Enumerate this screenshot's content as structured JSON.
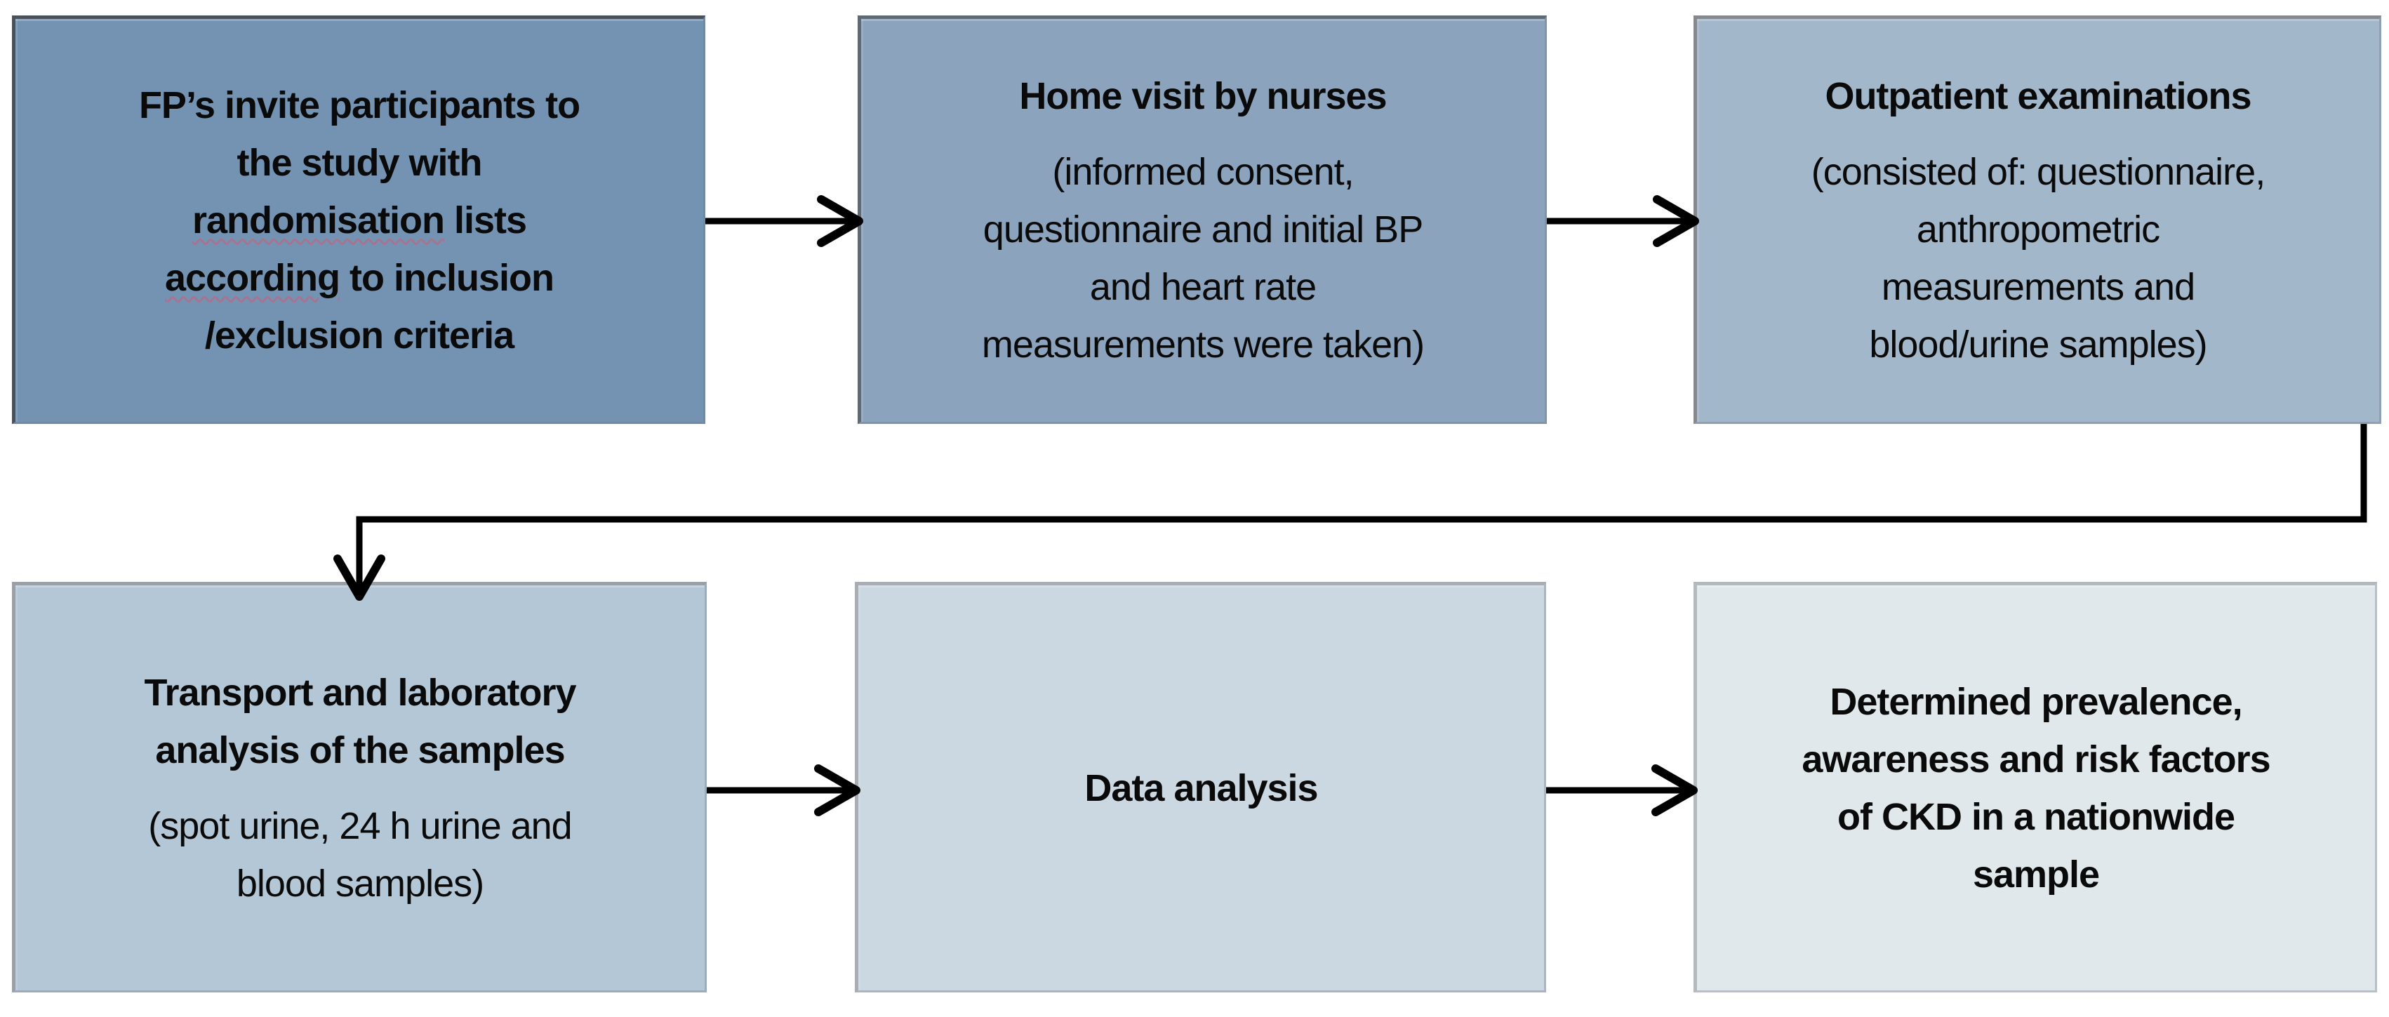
{
  "diagram": {
    "type": "flowchart",
    "background": "#ffffff",
    "arrow_color": "#000000",
    "boxes": [
      {
        "id": "invite",
        "title_parts": [
          {
            "text": "FP’s invite participants to\nthe study with\n",
            "misspelled": false
          },
          {
            "text": "randomisation",
            "misspelled": true
          },
          {
            "text": " lists\n",
            "misspelled": false
          },
          {
            "text": "according",
            "misspelled": true
          },
          {
            "text": " to inclusion\n/exclusion criteria",
            "misspelled": false
          }
        ],
        "title_plain": "FP’s invite participants to the study with randomisation lists according to inclusion /exclusion criteria",
        "body": "",
        "fill": "#7493B2",
        "border": "#49525C"
      },
      {
        "id": "home-visit",
        "title": "Home visit by nurses",
        "body": "(informed consent,\nquestionnaire and initial BP\nand heart rate\nmeasurements were taken)",
        "fill": "#8BA3BD",
        "border": "#5E6A74"
      },
      {
        "id": "outpatient",
        "title": "Outpatient examinations",
        "body": "(consisted of: questionnaire,\nanthropometric\nmeasurements and\nblood/urine samples)",
        "fill": "#A3B7CB",
        "border": "#85898E"
      },
      {
        "id": "transport-lab",
        "title": "Transport and laboratory\nanalysis of the samples",
        "body": "(spot urine, 24 h urine and\nblood samples)",
        "fill": "#B4C7D6",
        "border": "#9AA0A6"
      },
      {
        "id": "data-analysis",
        "title": "Data analysis",
        "body": "",
        "fill": "#CBD7E1",
        "border": "#A8AEB4"
      },
      {
        "id": "outcome",
        "title": "Determined prevalence,\nawareness and risk factors\nof CKD in a nationwide\nsample",
        "body": "",
        "fill": "#E0E8EC",
        "border": "#B3B9BD"
      }
    ],
    "connectors": [
      {
        "from": "invite",
        "to": "home-visit",
        "style": "straight-right"
      },
      {
        "from": "home-visit",
        "to": "outpatient",
        "style": "straight-right"
      },
      {
        "from": "outpatient",
        "to": "transport-lab",
        "style": "elbow-down-left-down"
      },
      {
        "from": "transport-lab",
        "to": "data-analysis",
        "style": "straight-right"
      },
      {
        "from": "data-analysis",
        "to": "outcome",
        "style": "straight-right"
      }
    ]
  }
}
